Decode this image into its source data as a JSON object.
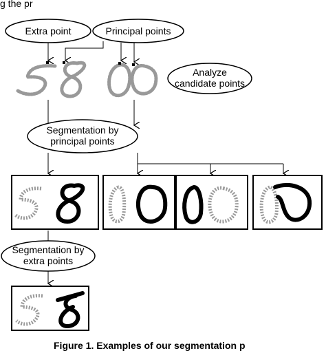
{
  "header": {
    "fragment": "g the pr"
  },
  "labels": {
    "extra_point": "Extra point",
    "principal_points": "Principal points",
    "analyze_line1": "Analyze",
    "analyze_line2": "candidate points",
    "seg_principal_line1": "Segmentation by",
    "seg_principal_line2": "principal points",
    "seg_extra_line1": "Segmentation by",
    "seg_extra_line2": "extra points"
  },
  "caption": "Figure 1. Examples of our segmentation p"
}
